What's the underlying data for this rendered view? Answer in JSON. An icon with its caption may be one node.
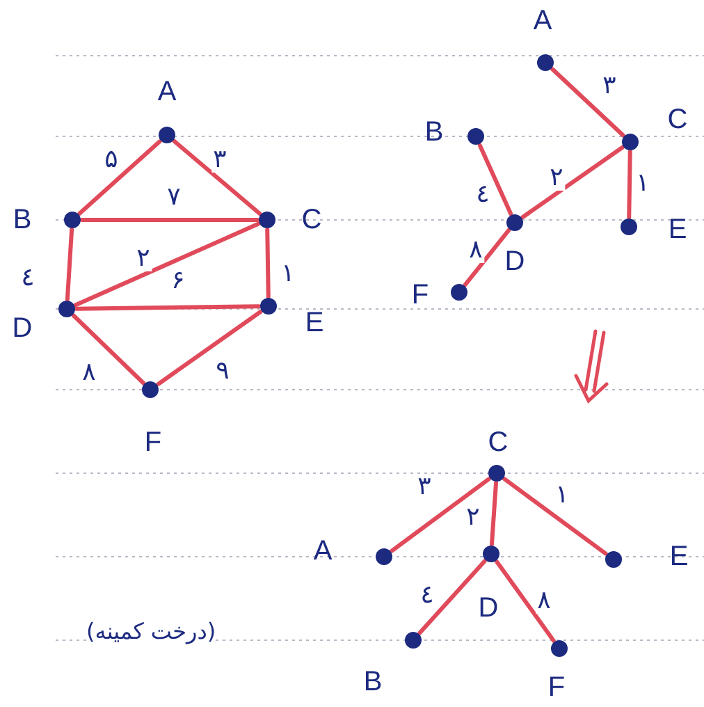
{
  "diagram": {
    "nodes": [
      {
        "text": [],
        "shape": "circle",
        "beside": [
          "A"
        ]
      },
      {
        "text": [],
        "shape": "circle",
        "beside": [
          "B"
        ]
      },
      {
        "text": [],
        "shape": "circle",
        "beside": [
          "C"
        ]
      },
      {
        "text": [],
        "shape": "circle",
        "beside": [
          "D"
        ]
      },
      {
        "text": [],
        "shape": "circle",
        "beside": [
          "E"
        ]
      },
      {
        "text": [],
        "shape": "circle",
        "beside": [
          "F"
        ]
      },
      {
        "text": [],
        "shape": "circle",
        "beside": [
          "A"
        ]
      },
      {
        "text": [],
        "shape": "circle",
        "beside": [
          "B"
        ]
      },
      {
        "text": [],
        "shape": "circle",
        "beside": [
          "C"
        ]
      },
      {
        "text": [],
        "shape": "circle",
        "beside": [
          "D"
        ]
      },
      {
        "text": [],
        "shape": "circle",
        "beside": [
          "E"
        ]
      },
      {
        "text": [],
        "shape": "circle",
        "beside": [
          "F"
        ]
      },
      {
        "text": [],
        "shape": "circle",
        "beside": [
          "C"
        ]
      },
      {
        "text": [],
        "shape": "circle",
        "beside": [
          "A"
        ]
      },
      {
        "text": [],
        "shape": "circle",
        "beside": [
          "D"
        ]
      },
      {
        "text": [],
        "shape": "circle",
        "beside": [
          "E"
        ]
      },
      {
        "text": [],
        "shape": "circle",
        "beside": [
          "B"
        ]
      },
      {
        "text": [],
        "shape": "circle",
        "beside": [
          "F"
        ]
      }
    ],
    "edges": [
      {
        "from": 0,
        "to": 1,
        "arrow": "none",
        "label": "۵"
      },
      {
        "from": 0,
        "to": 2,
        "arrow": "none",
        "label": "۳"
      },
      {
        "from": 1,
        "to": 2,
        "arrow": "none",
        "label": "۷"
      },
      {
        "from": 1,
        "to": 3,
        "arrow": "none",
        "label": "٤"
      },
      {
        "from": 2,
        "to": 3,
        "arrow": "none",
        "label": "۲"
      },
      {
        "from": 2,
        "to": 4,
        "arrow": "none",
        "label": "۱"
      },
      {
        "from": 3,
        "to": 4,
        "arrow": "none",
        "label": "۶"
      },
      {
        "from": 3,
        "to": 5,
        "arrow": "none",
        "label": "۸"
      },
      {
        "from": 4,
        "to": 5,
        "arrow": "none",
        "label": "۹"
      },
      {
        "from": 6,
        "to": 8,
        "arrow": "none",
        "label": "۳"
      },
      {
        "from": 8,
        "to": 9,
        "arrow": "none",
        "label": "۲"
      },
      {
        "from": 8,
        "to": 10,
        "arrow": "none",
        "label": "۱"
      },
      {
        "from": 7,
        "to": 9,
        "arrow": "none",
        "label": "٤"
      },
      {
        "from": 9,
        "to": 11,
        "arrow": "none",
        "label": "۸"
      },
      {
        "from": 12,
        "to": 13,
        "arrow": "none",
        "label": "۳"
      },
      {
        "from": 12,
        "to": 14,
        "arrow": "none",
        "label": "۲"
      },
      {
        "from": 12,
        "to": 15,
        "arrow": "none",
        "label": "۱"
      },
      {
        "from": 14,
        "to": 16,
        "arrow": "none",
        "label": "٤"
      },
      {
        "from": 14,
        "to": 17,
        "arrow": "none",
        "label": "۸"
      }
    ],
    "labels": [
      "(درخت کمینه)"
    ]
  }
}
